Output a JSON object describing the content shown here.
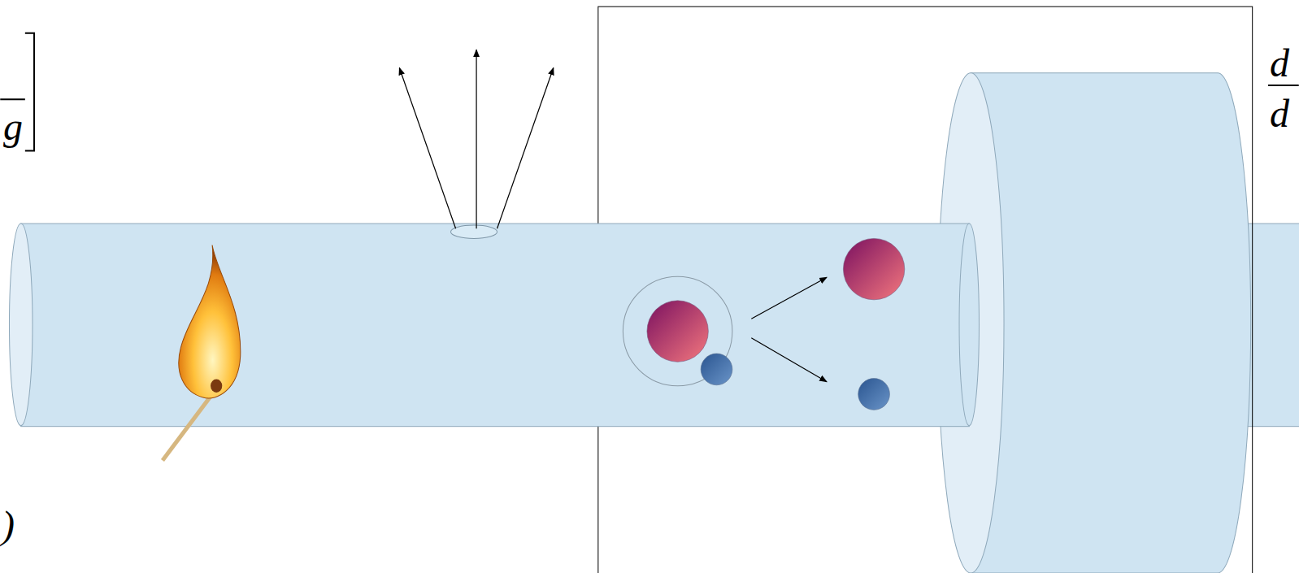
{
  "diagram": {
    "labels": [
      "g",
      ")",
      "d",
      "d"
    ]
  }
}
